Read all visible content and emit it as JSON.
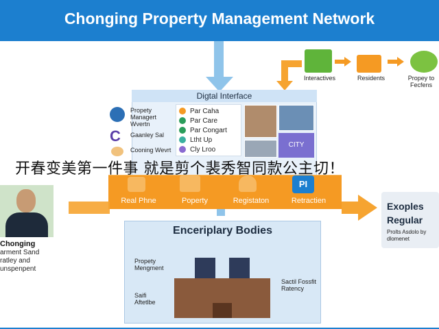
{
  "header": {
    "title": "Chonging Property Management Network"
  },
  "top_right": {
    "items": [
      {
        "label": "Interactives",
        "icon": "box-icon"
      },
      {
        "label": "Residents",
        "icon": "card-icon"
      },
      {
        "label": "Propey to Fecfens",
        "icon": "people-icon"
      }
    ]
  },
  "interface": {
    "title": "Digtal Interface",
    "left_labels": [
      "Propety Managert Wvertn",
      "Gaanley Sal",
      "Cooning Wevrt"
    ],
    "menu": [
      "Par Caha",
      "Par Care",
      "Par Congart",
      "Ltht Up",
      "Cly Lroo"
    ],
    "city_tag": "CITY"
  },
  "banner": {
    "text": "开春变美第一件事 就是剪个裴秀智同款公主切！"
  },
  "orange_bar": {
    "tabs": [
      "Real Phne",
      "Poperty",
      "Registaton",
      "Retractien"
    ],
    "pi_label": "PI"
  },
  "left_person": {
    "name": "Chonging",
    "lines": [
      "arment Sand",
      "ratley and",
      "unspenpent"
    ]
  },
  "bodies": {
    "title": "Enceriplary Bodies",
    "labels_left": [
      "Propety Mengment",
      "Saifi Aftetlbe"
    ],
    "labels_right": [
      "Sactil Fossfit Ratency"
    ]
  },
  "right_box": {
    "title_1": "Exoples",
    "title_2": "Regular",
    "sub": "Prolts Asdolo by dlomenet"
  },
  "colors": {
    "header": "#1c7fcf",
    "orange": "#f59a23",
    "light_blue": "#8fc4ea"
  }
}
